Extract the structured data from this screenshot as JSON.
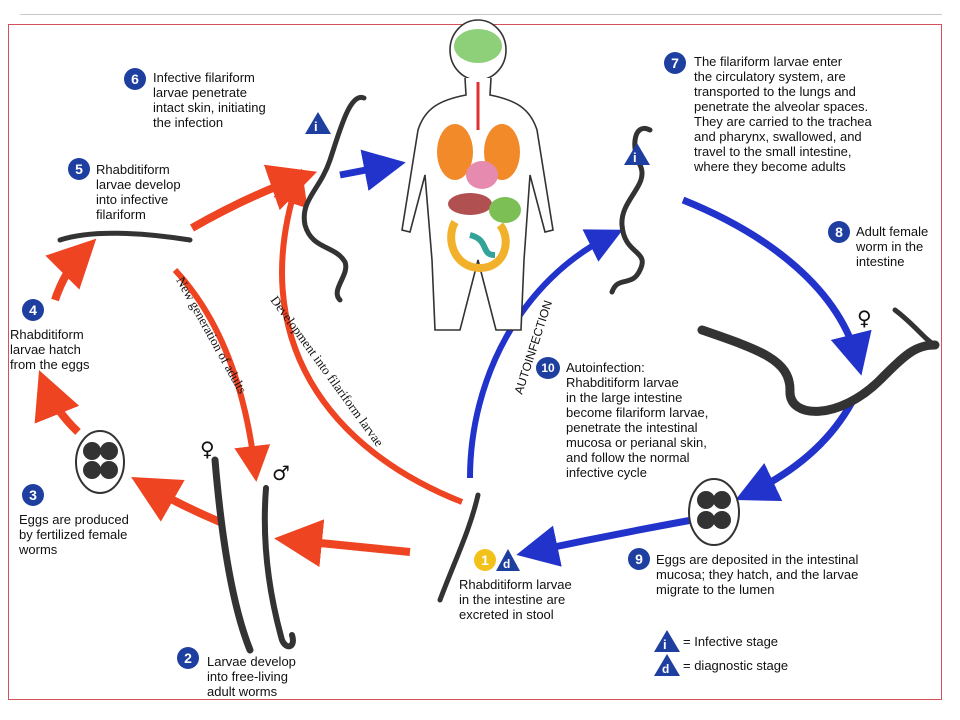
{
  "steps": {
    "s1": {
      "num": "1",
      "text": "Rhabditiform larvae\nin the intestine are\nexcreted in stool"
    },
    "s2": {
      "num": "2",
      "text": "Larvae develop\ninto free-living\nadult worms"
    },
    "s3": {
      "num": "3",
      "text": "Eggs are produced\nby fertilized female\nworms"
    },
    "s4": {
      "num": "4",
      "text": "Rhabditiform\nlarvae hatch\nfrom the eggs"
    },
    "s5": {
      "num": "5",
      "text": "Rhabditiform\nlarvae develop\ninto infective\nfilariform"
    },
    "s6": {
      "num": "6",
      "text": "Infective filariform\nlarvae penetrate\nintact skin, initiating\nthe infection"
    },
    "s7": {
      "num": "7",
      "text": "The filariform larvae enter\nthe circulatory system, are\ntransported to the lungs and\npenetrate the alveolar spaces.\nThey are carried to the trachea\nand pharynx, swallowed, and\ntravel to the small intestine,\nwhere they become adults"
    },
    "s8": {
      "num": "8",
      "text": "Adult female\nworm in the\nintestine"
    },
    "s9": {
      "num": "9",
      "text": "Eggs are deposited in the intestinal\nmucosa; they hatch, and the larvae\nmigrate to the lumen"
    },
    "s10": {
      "num": "10",
      "text": "Autoinfection:\nRhabditiform larvae\nin the large intestine\nbecome filariform larvae,\npenetrate the intestinal\nmucosa or perianal skin,\nand follow the normal\ninfective cycle"
    }
  },
  "path_labels": {
    "new_generation": "New generation of adults",
    "development": "Development into filariform larvae",
    "autoinfection": "AUTOINFECTION"
  },
  "symbols": {
    "female": "♀",
    "male": "♂",
    "infective_letter": "i",
    "diagnostic_letter": "d"
  },
  "legend": {
    "infective": "= Infective stage",
    "diagnostic": "= diagnostic stage"
  },
  "colors": {
    "red_arrow": "#ee4422",
    "blue_arrow": "#2233cc",
    "badge_blue": "#1e3ea0",
    "badge_yellow": "#f2c21b",
    "frame": "#d4505a"
  }
}
